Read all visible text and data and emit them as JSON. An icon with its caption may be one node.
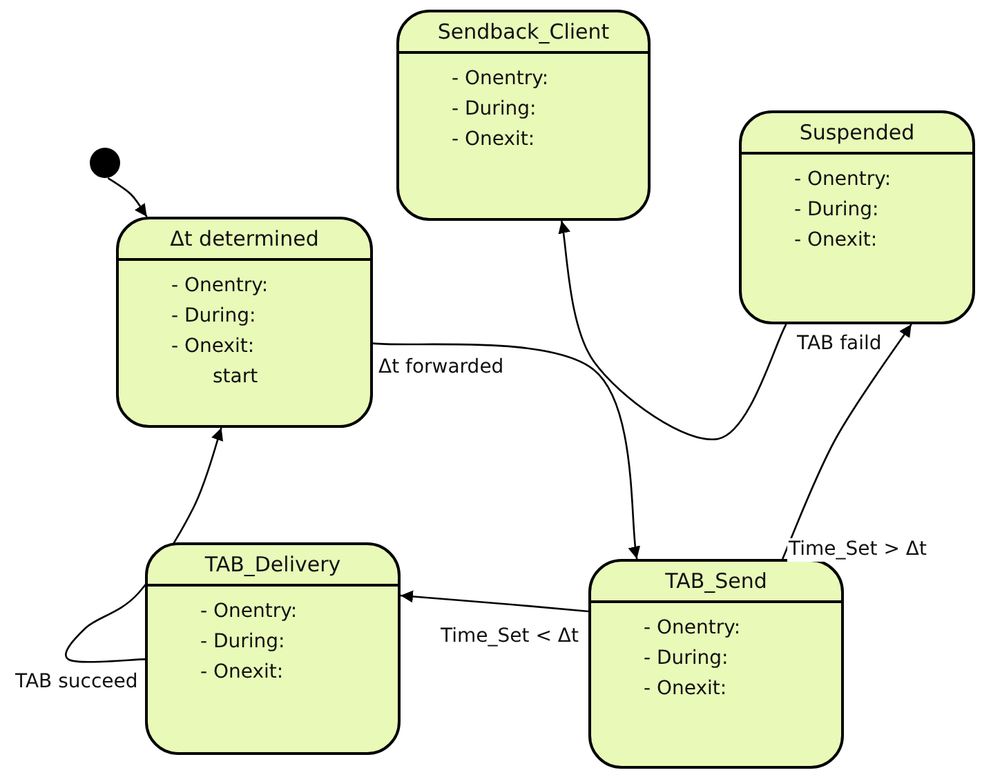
{
  "diagram": {
    "nodes": [
      {
        "text": [
          "Sendback_Client",
          "- Onentry:",
          "- During:",
          "- Onexit:"
        ]
      },
      {
        "text": [
          "Suspended",
          "- Onentry:",
          "- During:",
          "- Onexit:"
        ]
      },
      {
        "text": [],
        "shape": "circle"
      },
      {
        "text": [
          "Δt determined",
          "- Onentry:",
          "- During:",
          "- Onexit:",
          "start"
        ]
      },
      {
        "text": [
          "TAB_Delivery",
          "- Onentry:",
          "- During:",
          "- Onexit:"
        ]
      },
      {
        "text": [
          "TAB_Send",
          "- Onentry:",
          "- During:",
          "- Onexit:"
        ]
      }
    ],
    "edges": [
      {
        "from": 2,
        "to": 3,
        "arrow": "to"
      },
      {
        "from": 3,
        "to": 5,
        "arrow": "to",
        "label": "Δt forwarded"
      },
      {
        "from": 5,
        "to": 4,
        "arrow": "to",
        "label": "Time_Set < Δt"
      },
      {
        "from": 5,
        "to": 1,
        "arrow": "to",
        "label": "Time_Set > Δt"
      },
      {
        "from": 1,
        "to": 0,
        "arrow": "to",
        "label": "TAB faild"
      },
      {
        "from": 4,
        "to": 3,
        "arrow": "to",
        "label": "TAB succeed"
      }
    ]
  }
}
